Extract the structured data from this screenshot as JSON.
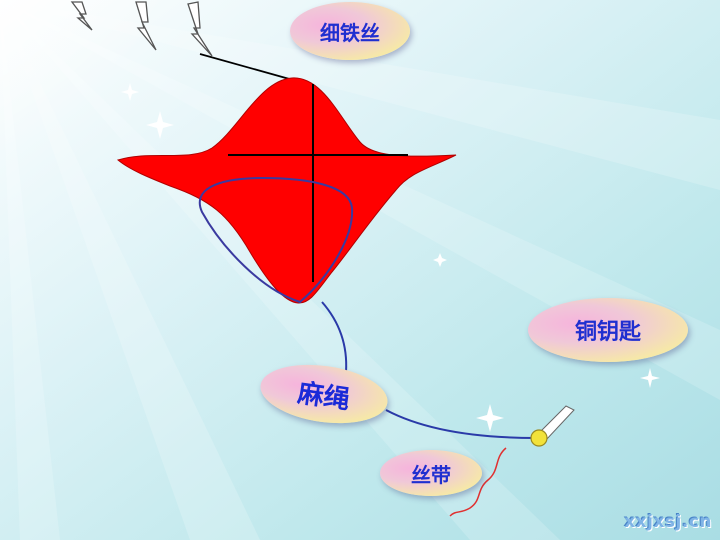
{
  "labels": {
    "wire": "细铁丝",
    "key": "铜钥匙",
    "rope": "麻绳",
    "silk": "丝带"
  },
  "watermark": "xxjxsj.cn",
  "colors": {
    "kite_fill": "#ff0000",
    "kite_outline": "#b80000",
    "string": "#2a3aa8",
    "label_text": "#1f2fd0",
    "key_ball": "#f2e23a",
    "silk_ribbon": "#e03030"
  }
}
